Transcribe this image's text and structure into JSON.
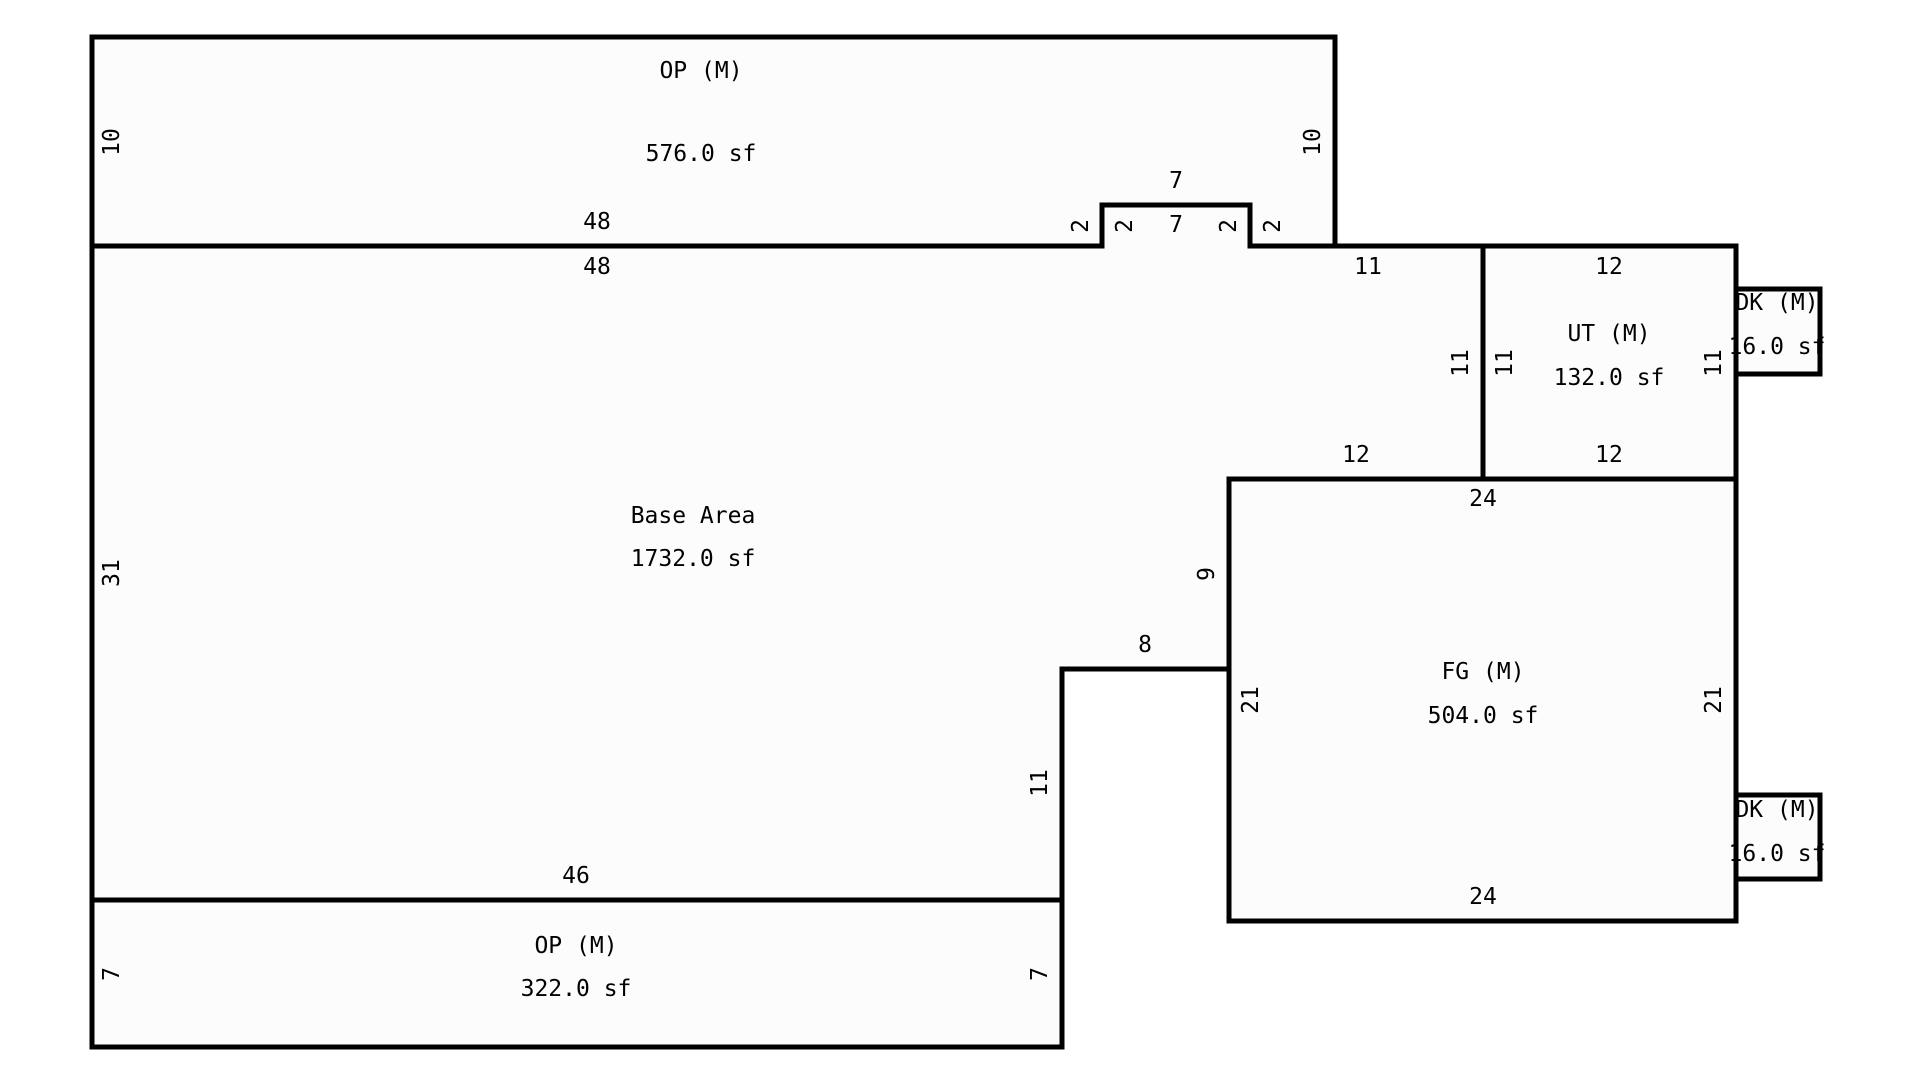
{
  "areas": {
    "op_top": {
      "name": "OP (M)",
      "size": "576.0 sf"
    },
    "base": {
      "name": "Base Area",
      "size": "1732.0 sf"
    },
    "ut": {
      "name": "UT (M)",
      "size": "132.0 sf"
    },
    "dk_top": {
      "name": "DK (M)",
      "size": "16.0 sf"
    },
    "fg": {
      "name": "FG (M)",
      "size": "504.0 sf"
    },
    "dk_bottom": {
      "name": "DK (M)",
      "size": "16.0 sf"
    },
    "op_bottom": {
      "name": "OP (M)",
      "size": "322.0 sf"
    }
  },
  "dims": {
    "op_top_left": "10",
    "op_top_right": "10",
    "op_top_bottom": "48",
    "bump_top": "7",
    "bump_inner": "7",
    "bump_left_outer": "2",
    "bump_left_inner": "2",
    "bump_right_inner": "2",
    "bump_right_outer": "2",
    "base_top": "48",
    "base_top_right": "11",
    "base_right_upper": "11",
    "base_step": "12",
    "base_left": "31",
    "base_notch_right": "9",
    "base_notch_top": "8",
    "base_notch_left": "11",
    "base_bottom": "46",
    "ut_top": "12",
    "ut_left": "11",
    "ut_right": "11",
    "ut_bottom": "12",
    "fg_top": "24",
    "fg_left": "21",
    "fg_right": "21",
    "fg_bottom": "24",
    "op_bottom_left": "7",
    "op_bottom_right": "7"
  },
  "colors": {
    "line": "#000000",
    "fill": "#fcfcfc",
    "background": "#ffffff"
  }
}
